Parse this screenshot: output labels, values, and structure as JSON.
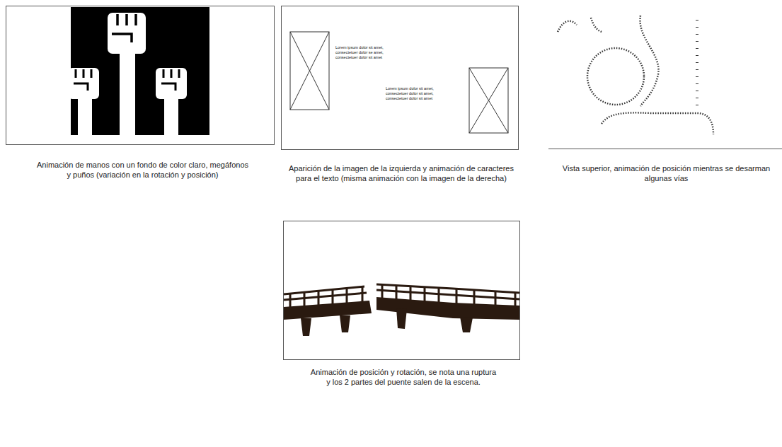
{
  "diagram": {
    "nodes": [
      {
        "text": [
          "Animación de manos con un fondo de color claro, megáfonos y puños (variación en la rotación y posición)"
        ]
      },
      {
        "text": [
          "Aparición de la imagen de la izquierda y animación de caracteres para el texto (misma animación con la imagen de la derecha)"
        ]
      },
      {
        "text": [
          "Vista superior, animación de posición mientras se desarman algunas vías"
        ]
      },
      {
        "text": [
          "Animación de posición y rotación, se nota una ruptura y los 2 partes del puente salen de la escena."
        ]
      }
    ],
    "labels": [
      "Lorem ipsum dolor sit amet, consectetuer dolor se amet, consectetuer dolor sit amet",
      "Lorem ipsum dolor sit amet, consectetuer dolor sit amet, consectetuer dolor sit amet"
    ]
  }
}
